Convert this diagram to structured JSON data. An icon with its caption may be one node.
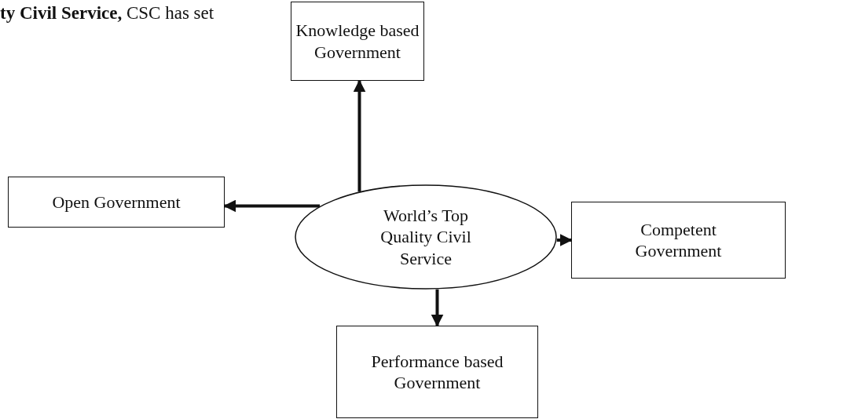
{
  "diagram": {
    "nodes": [
      {
        "text": [
          "Knowledge based Government"
        ]
      },
      {
        "text": [
          "Open Government"
        ]
      },
      {
        "text": [
          "World’s Top Quality Civil Service"
        ]
      },
      {
        "text": [
          "Competent Government"
        ]
      },
      {
        "text": [
          "Performance based Government"
        ]
      }
    ],
    "edges": [
      {
        "from": 2,
        "to": 0,
        "arrow": "to"
      },
      {
        "from": 2,
        "to": 1,
        "arrow": "to"
      },
      {
        "from": 2,
        "to": 3,
        "arrow": "to"
      },
      {
        "from": 2,
        "to": 4,
        "arrow": "to"
      }
    ],
    "labels": [
      "**ty Civil Service,** CSC has set"
    ]
  }
}
